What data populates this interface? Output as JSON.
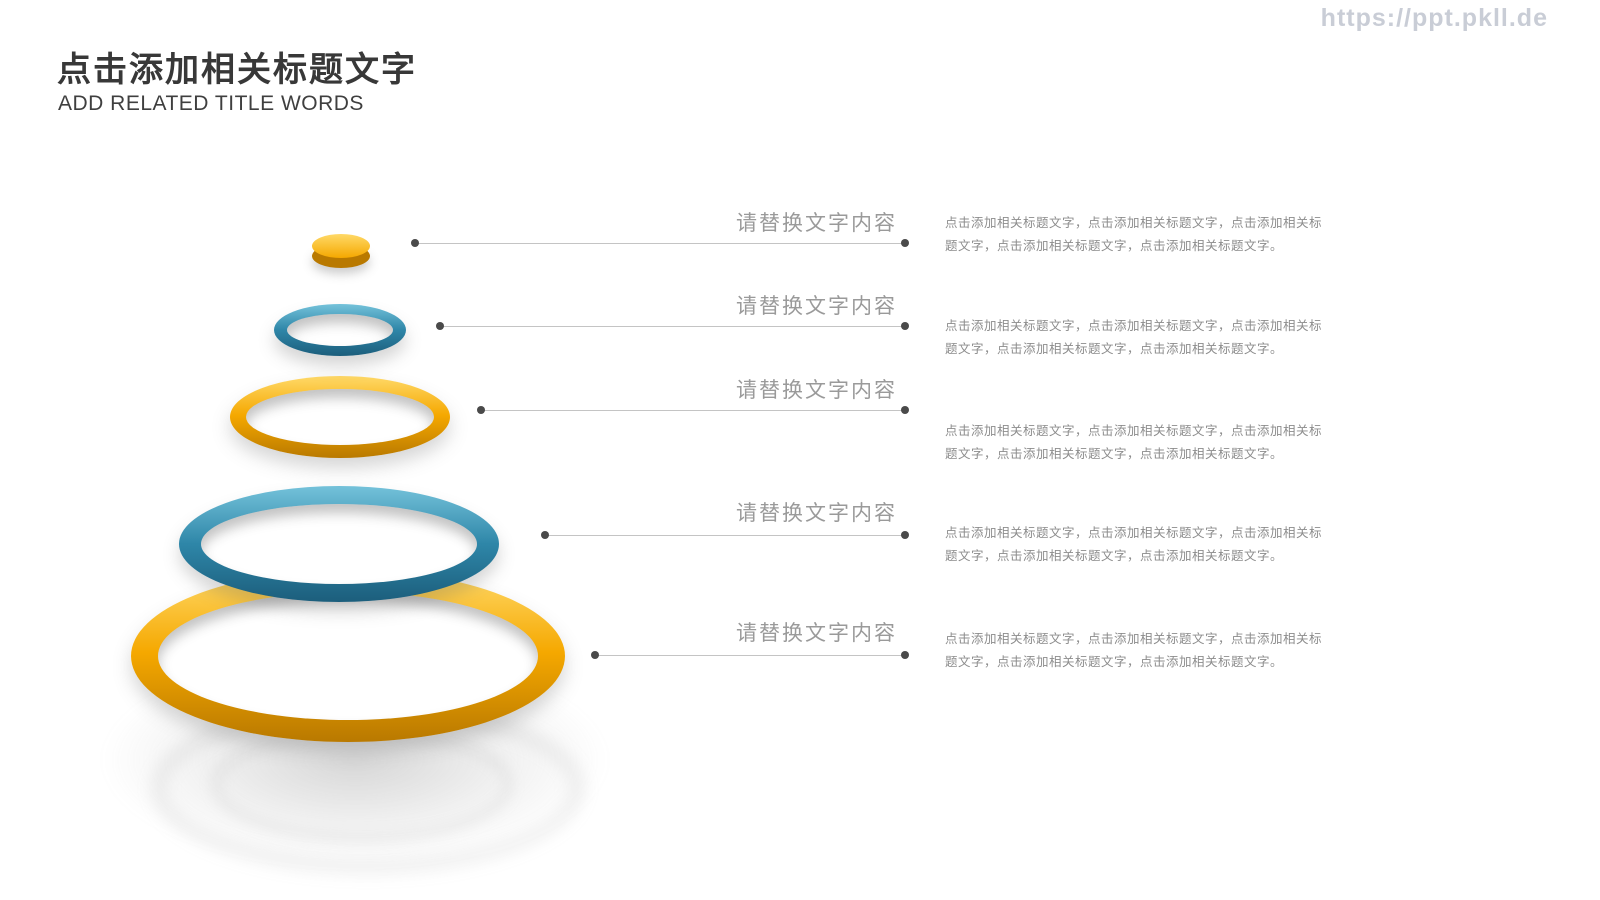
{
  "watermark": "https://ppt.pkll.de",
  "header": {
    "title": "点击添加相关标题文字",
    "subtitle": "ADD RELATED TITLE WORDS"
  },
  "items": [
    {
      "label": "请替换文字内容",
      "body": "点击添加相关标题文字，点击添加相关标题文字，点击添加相关标题文字，点击添加相关标题文字，点击添加相关标题文字。"
    },
    {
      "label": "请替换文字内容",
      "body": "点击添加相关标题文字，点击添加相关标题文字，点击添加相关标题文字，点击添加相关标题文字，点击添加相关标题文字。"
    },
    {
      "label": "请替换文字内容",
      "body": "点击添加相关标题文字，点击添加相关标题文字，点击添加相关标题文字，点击添加相关标题文字，点击添加相关标题文字。"
    },
    {
      "label": "请替换文字内容",
      "body": "点击添加相关标题文字，点击添加相关标题文字，点击添加相关标题文字，点击添加相关标题文字，点击添加相关标题文字。"
    },
    {
      "label": "请替换文字内容",
      "body": "点击添加相关标题文字，点击添加相关标题文字，点击添加相关标题文字，点击添加相关标题文字，点击添加相关标题文字。"
    }
  ],
  "colors": {
    "gold": "#F5A800",
    "blue": "#2E86A8",
    "line": "#c4c4c4",
    "dot": "#4a4a4a",
    "label": "#9a9a9a",
    "body": "#8c8c8c"
  }
}
